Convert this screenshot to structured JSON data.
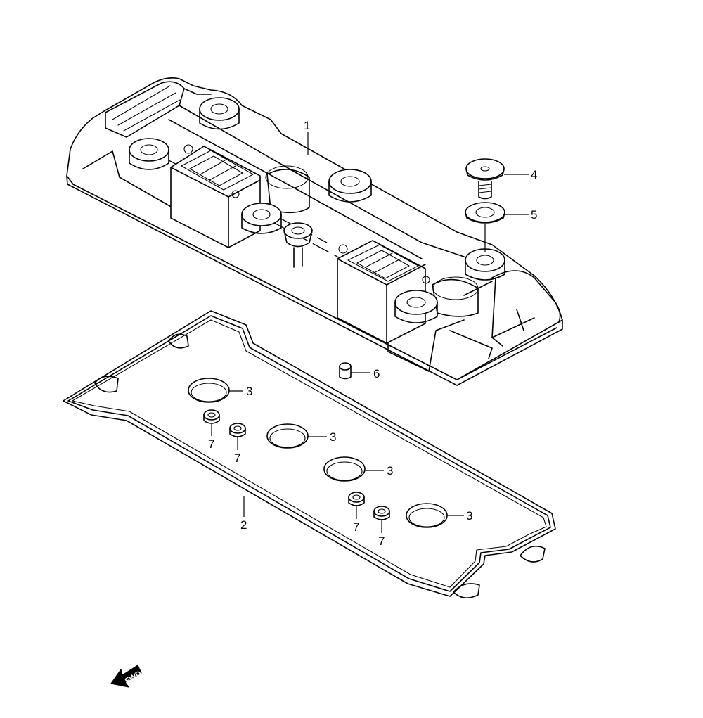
{
  "parts": [
    {
      "id": "part-1",
      "label": "1",
      "name": "cylinder-head-cover"
    },
    {
      "id": "part-2",
      "label": "2",
      "name": "head-cover-gasket"
    },
    {
      "id": "part-3",
      "label": "3",
      "name": "plug-hole-seal"
    },
    {
      "id": "part-4",
      "label": "4",
      "name": "cover-bolt"
    },
    {
      "id": "part-5",
      "label": "5",
      "name": "bolt-seal-washer"
    },
    {
      "id": "part-6",
      "label": "6",
      "name": "dowel-pin"
    },
    {
      "id": "part-7",
      "label": "7",
      "name": "bolt-hole-seal"
    }
  ],
  "callouts": {
    "c1": "1",
    "c2": "2",
    "c3a": "3",
    "c3b": "3",
    "c3c": "3",
    "c3d": "3",
    "c4": "4",
    "c5": "5",
    "c6": "6",
    "c7a": "7",
    "c7b": "7",
    "c7c": "7",
    "c7d": "7"
  },
  "fwd_label": "FWD"
}
